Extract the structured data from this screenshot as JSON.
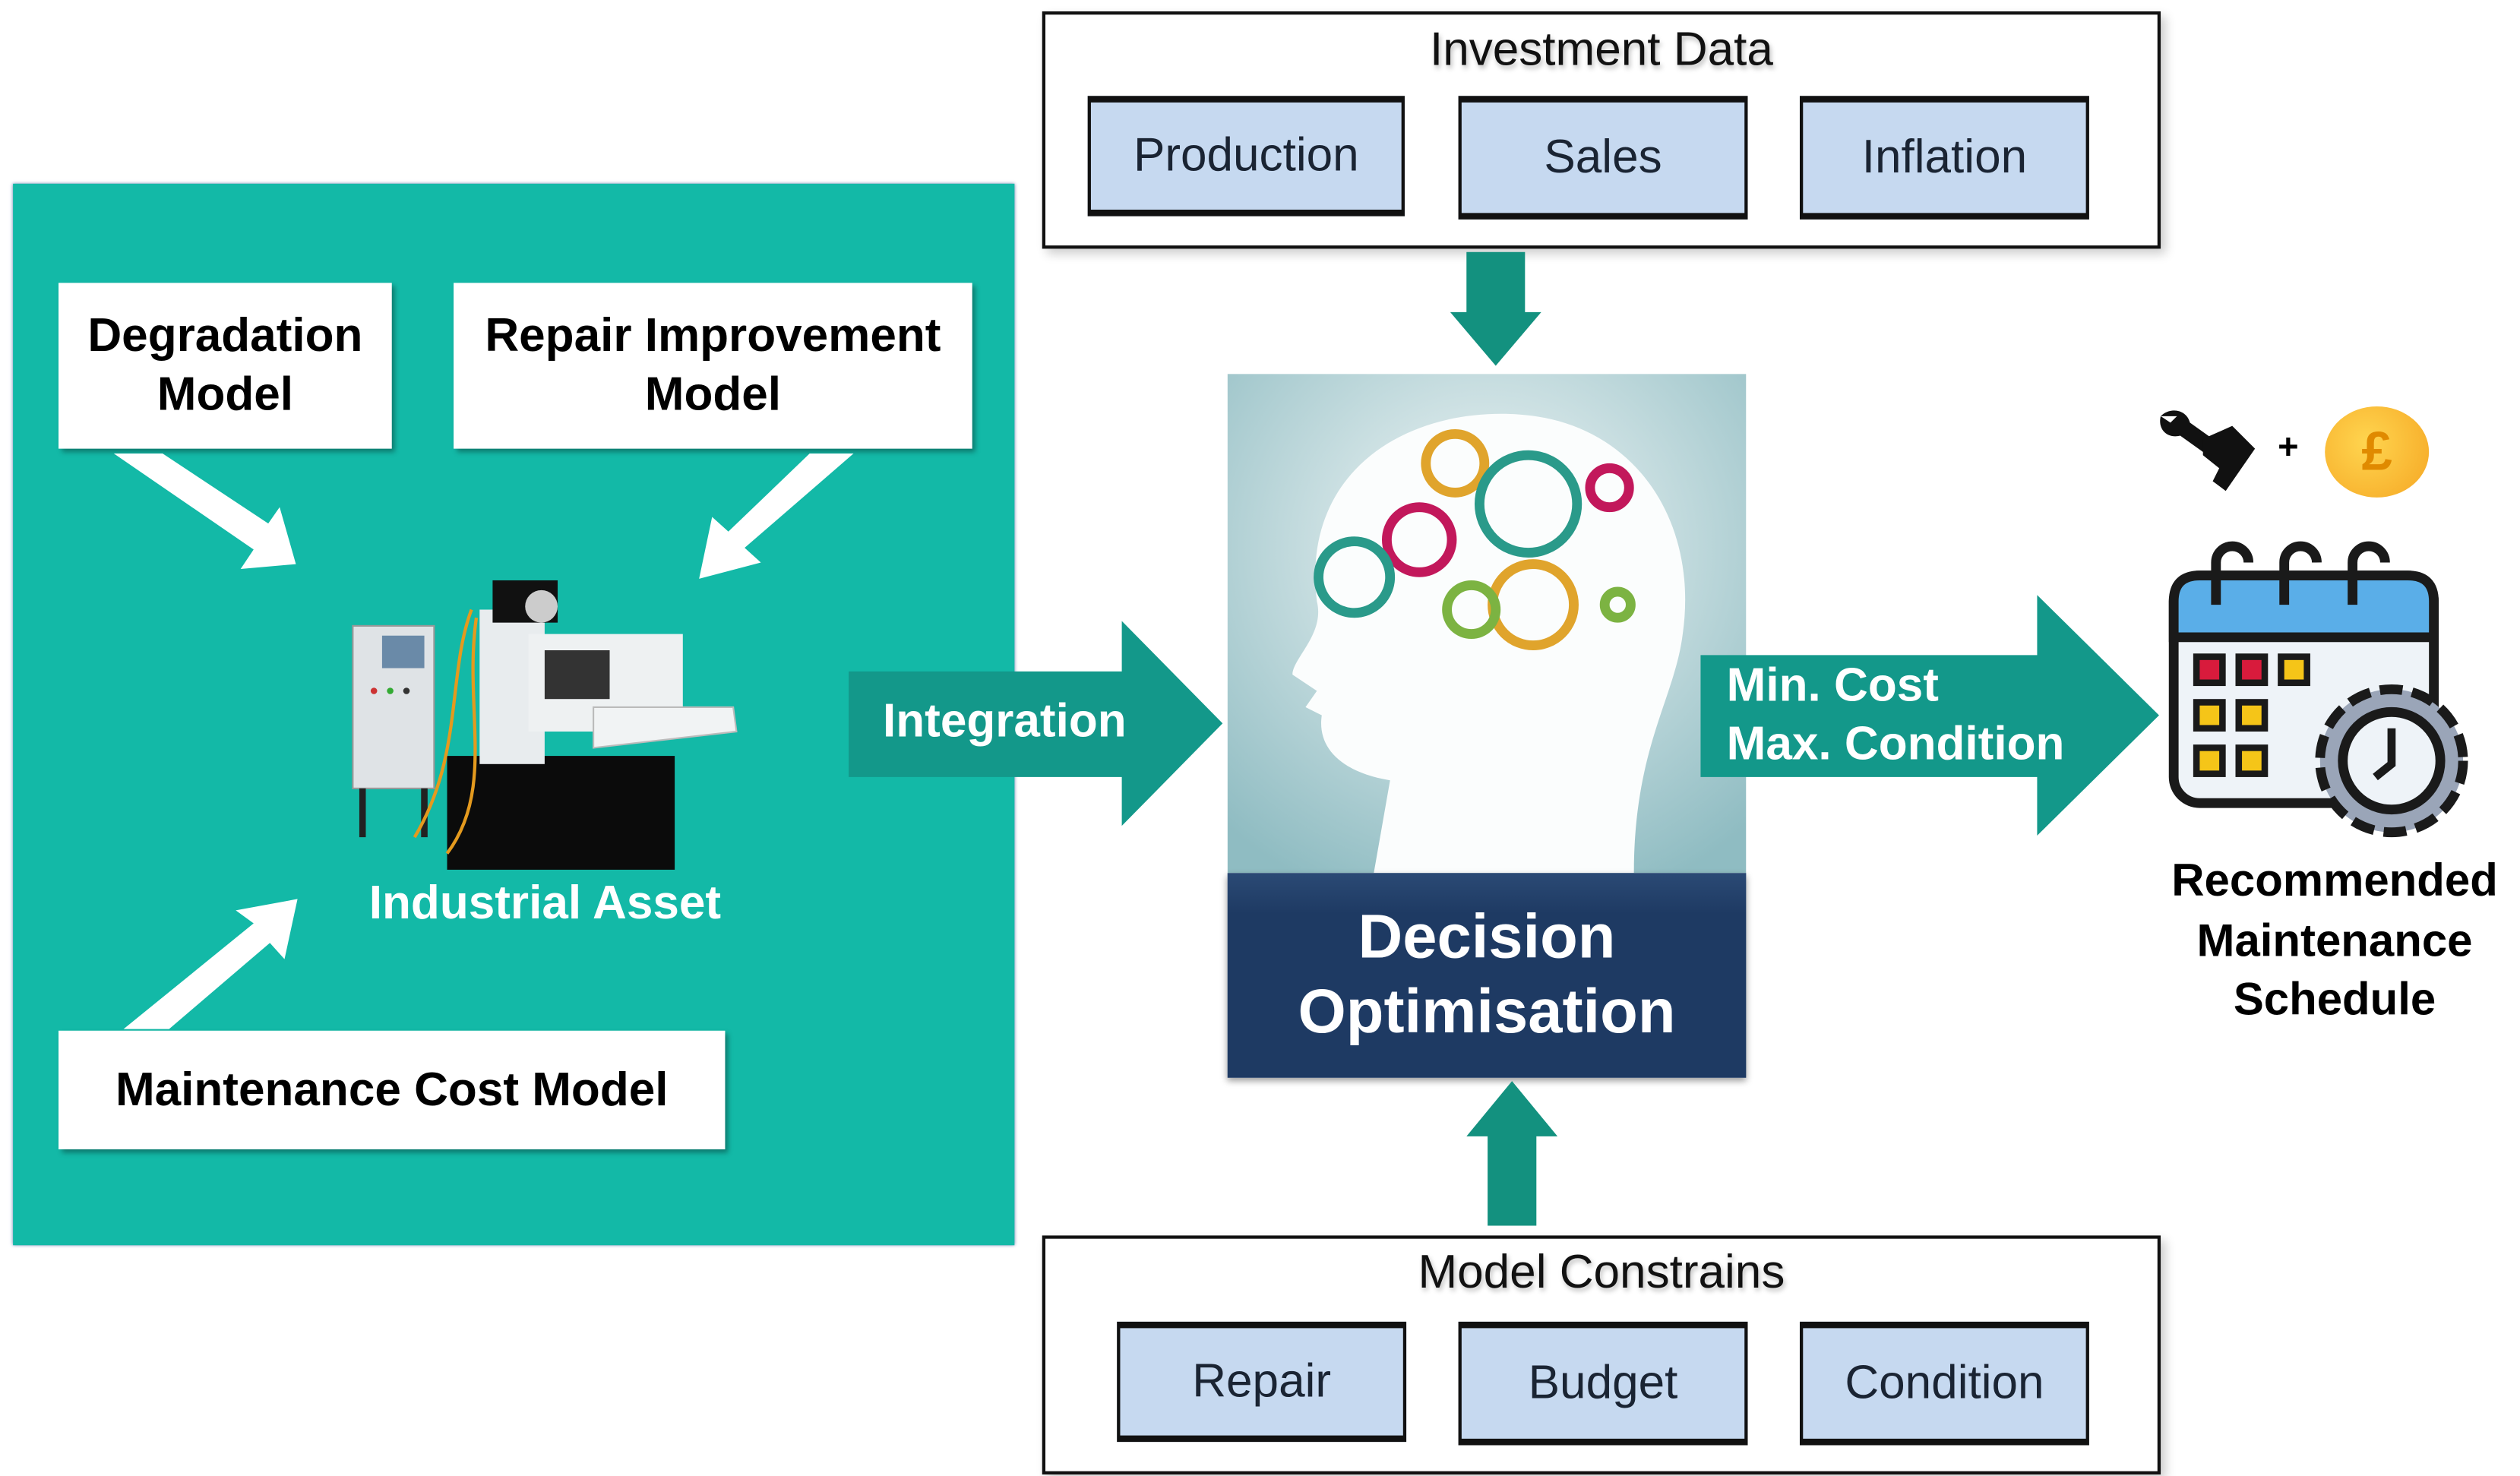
{
  "left_panel": {
    "degradation_model": "Degradation Model",
    "repair_improvement_model": "Repair Improvement Model",
    "maintenance_cost_model": "Maintenance Cost Model",
    "industrial_asset": "Industrial Asset",
    "background_color": "#13b9a7"
  },
  "integration": {
    "label": "Integration",
    "color": "#13988a"
  },
  "investment_data": {
    "title": "Investment Data",
    "items": [
      "Production",
      "Sales",
      "Inflation"
    ]
  },
  "model_constrains": {
    "title": "Model Constrains",
    "items": [
      "Repair",
      "Budget",
      "Condition"
    ]
  },
  "decision": {
    "line1": "Decision",
    "line2": "Optimisation",
    "color": "#1e3a63"
  },
  "objective": {
    "line1": "Min. Cost",
    "line2": "Max. Condition"
  },
  "output": {
    "plus": "+",
    "currency_symbol": "£",
    "line1": "Recommended",
    "line2": "Maintenance",
    "line3": "Schedule",
    "icons": [
      "wrench-hand-icon",
      "pound-coin-icon",
      "calendar-gear-icon"
    ]
  }
}
